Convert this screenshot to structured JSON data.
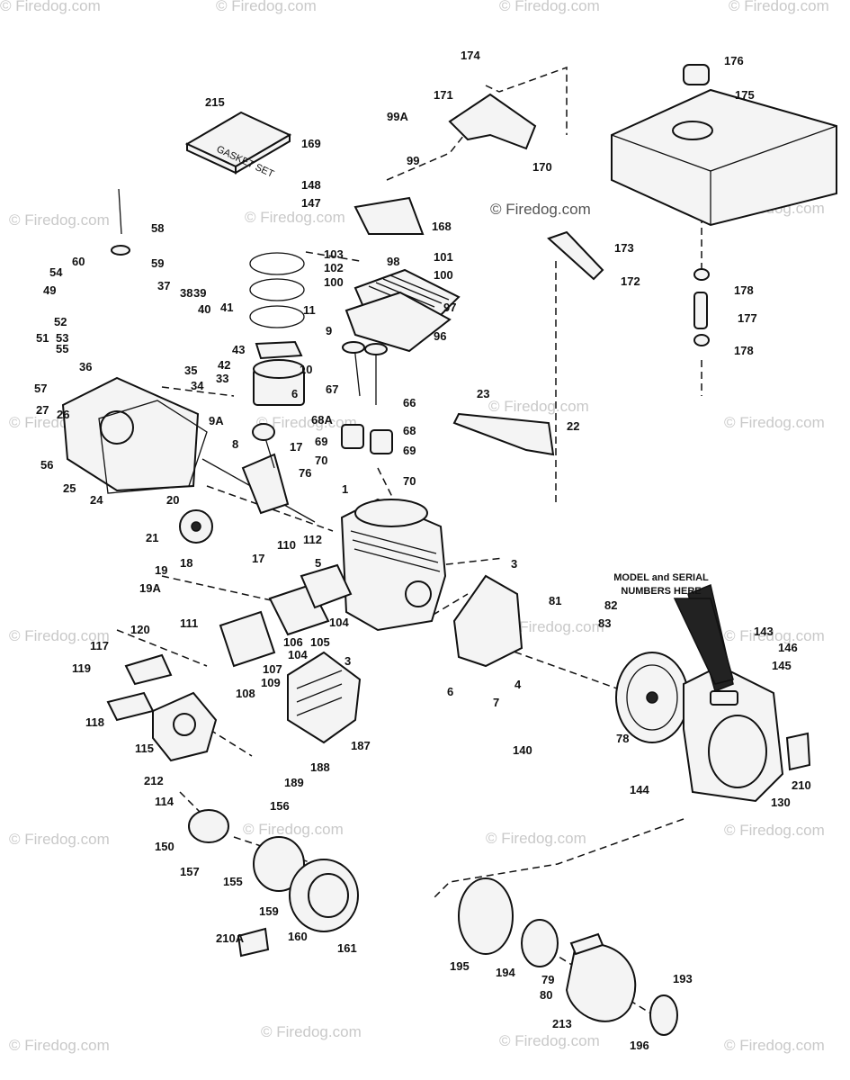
{
  "watermark": "© Firedog.com",
  "note": {
    "line1": "MODEL and SERIAL",
    "line2": "NUMBERS HERE"
  },
  "gasket_set_label": "GASKET SET",
  "labels": [
    "174",
    "176",
    "171",
    "175",
    "215",
    "99A",
    "169",
    "170",
    "99",
    "148",
    "147",
    "168",
    "58",
    "173",
    "103",
    "101",
    "102",
    "98",
    "59",
    "60",
    "100",
    "172",
    "54",
    "100",
    "178",
    "37",
    "38",
    "39",
    "49",
    "97",
    "40",
    "41",
    "177",
    "11",
    "52",
    "51",
    "53",
    "43",
    "96",
    "9",
    "178",
    "55",
    "42",
    "35",
    "34",
    "57",
    "36",
    "33",
    "67",
    "66",
    "10",
    "23",
    "27",
    "26",
    "6",
    "68A",
    "68",
    "9A",
    "22",
    "17",
    "69",
    "69",
    "8",
    "56",
    "70",
    "70",
    "76",
    "25",
    "24",
    "20",
    "1",
    "21",
    "112",
    "110",
    "17",
    "3",
    "5",
    "18",
    "19",
    "19A",
    "81",
    "82",
    "120",
    "111",
    "104",
    "106",
    "105",
    "83",
    "117",
    "143",
    "146",
    "107",
    "104",
    "3",
    "145",
    "119",
    "109",
    "108",
    "6",
    "4",
    "7",
    "118",
    "78",
    "115",
    "187",
    "188",
    "140",
    "212",
    "189",
    "210",
    "114",
    "144",
    "130",
    "156",
    "150",
    "157",
    "155",
    "159",
    "210A",
    "160",
    "161",
    "195",
    "194",
    "79",
    "80",
    "193",
    "213",
    "196"
  ]
}
